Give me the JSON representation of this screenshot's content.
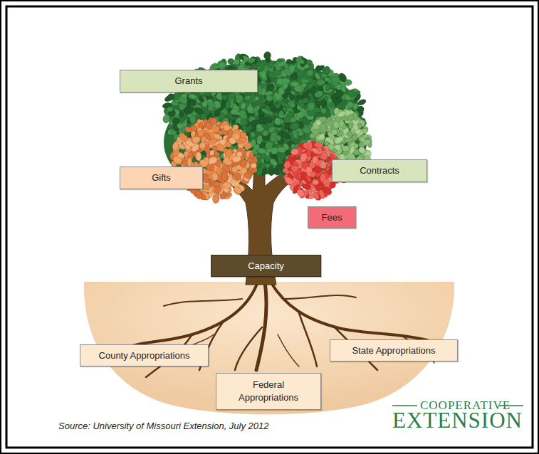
{
  "diagram": {
    "nodes": [
      {
        "text": [
          "Grants"
        ]
      },
      {
        "text": [
          "Gifts"
        ]
      },
      {
        "text": [
          "Contracts"
        ]
      },
      {
        "text": [
          "Fees"
        ]
      },
      {
        "text": [
          "Capacity"
        ]
      },
      {
        "text": [
          "County Appropriations"
        ]
      },
      {
        "text": [
          "State Appropriations"
        ]
      },
      {
        "text": [
          "Federal Appropriations"
        ]
      }
    ],
    "labels": [
      "Source:  University of Missouri Extension, July 2012",
      "COOPERATIVE",
      "EXTENSION"
    ]
  }
}
